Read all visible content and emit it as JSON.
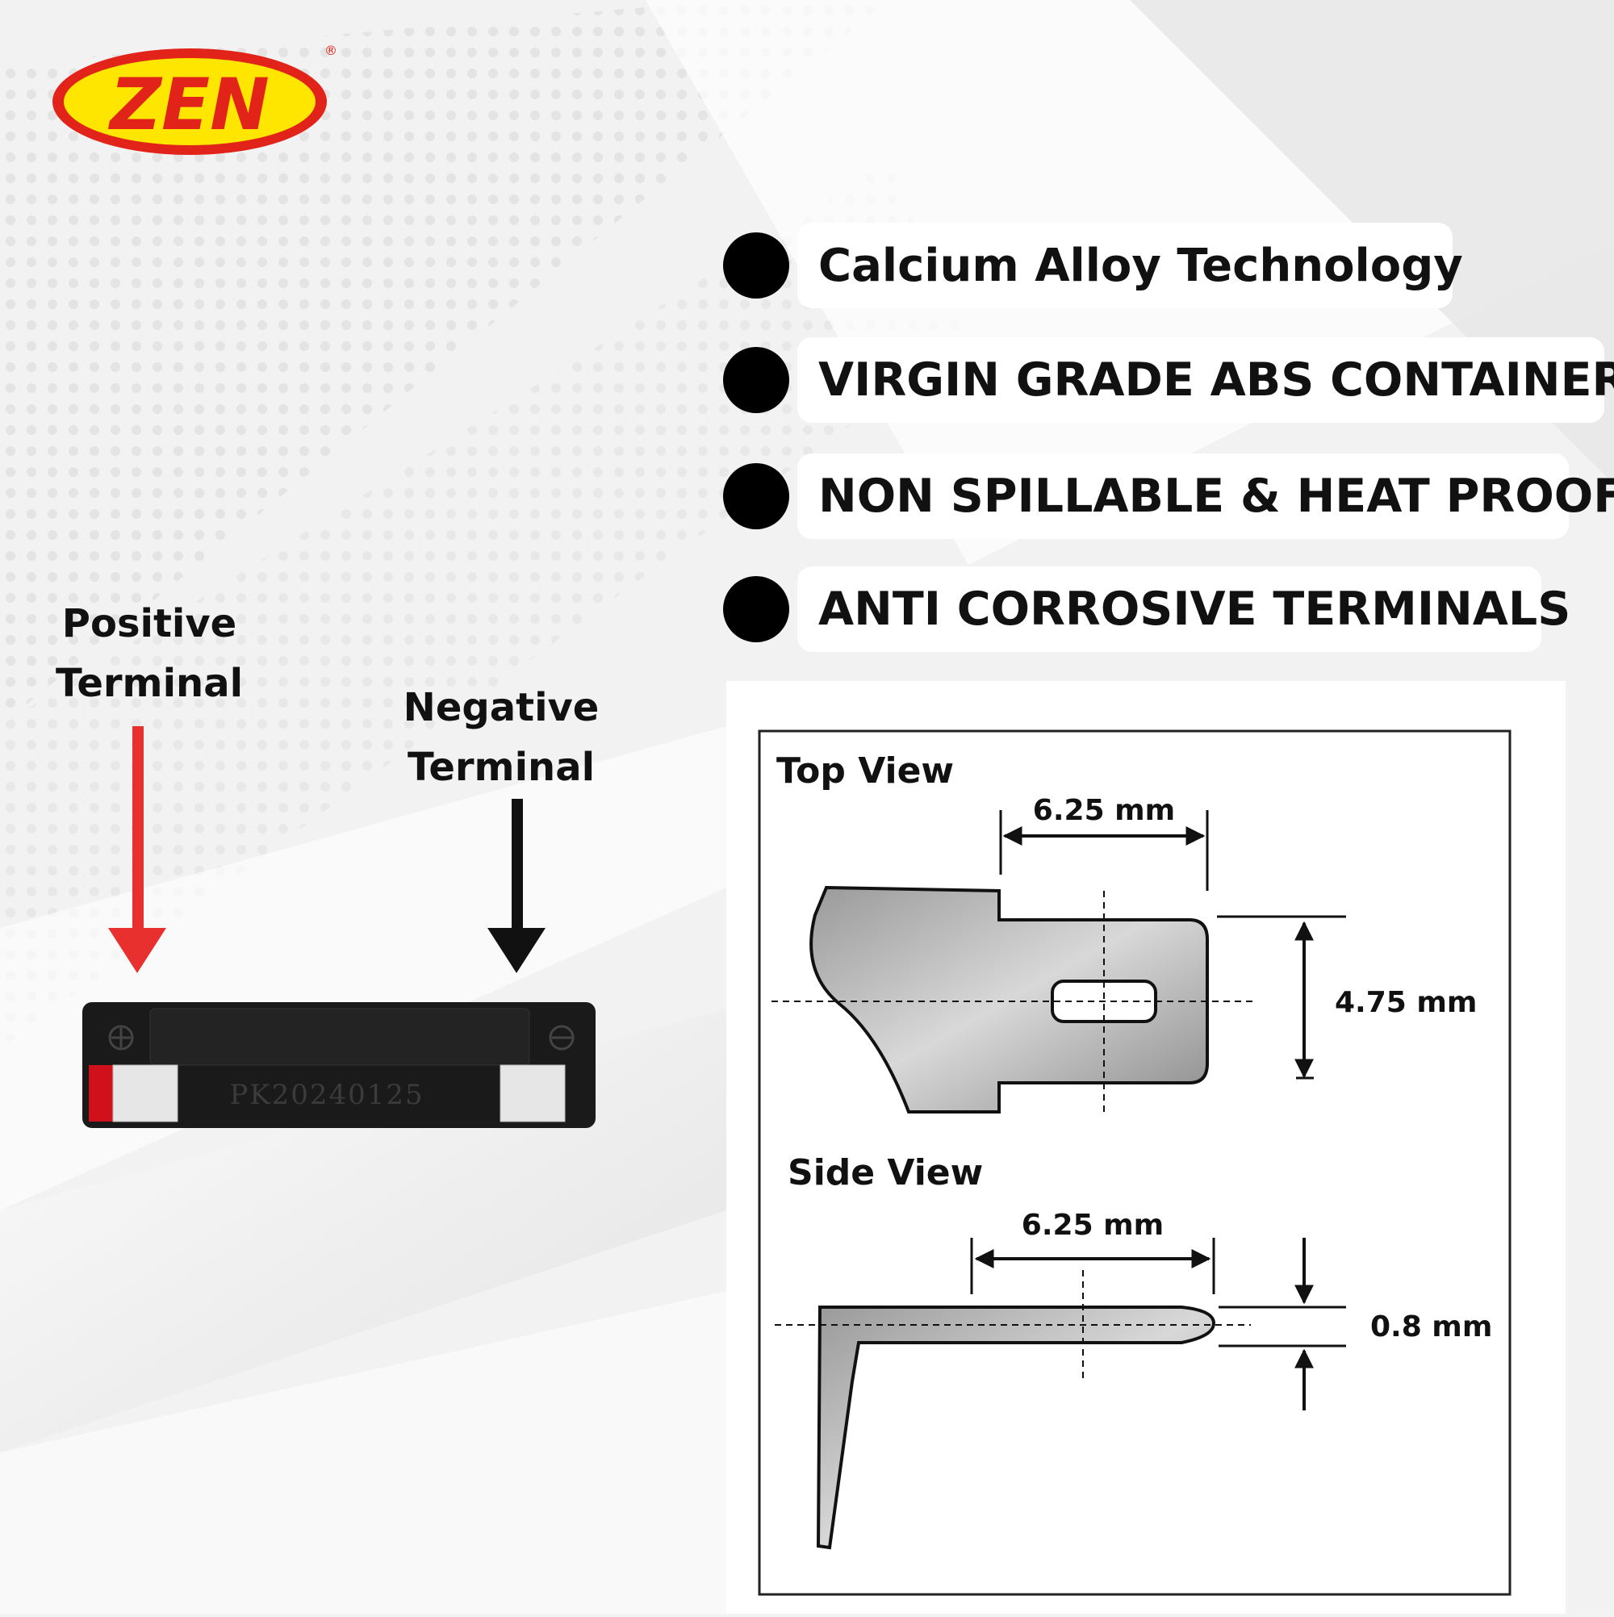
{
  "brand": {
    "name": "ZEN",
    "registered": "®"
  },
  "features": [
    {
      "label": "Calcium Alloy Technology"
    },
    {
      "label": "VIRGIN GRADE ABS CONTAINER"
    },
    {
      "label": "NON SPILLABLE & HEAT PROOF"
    },
    {
      "label": "ANTI CORROSIVE TERMINALS"
    }
  ],
  "terminals": {
    "positive": {
      "line1": "Positive",
      "line2": "Terminal",
      "arrow_color": "#e8312f"
    },
    "negative": {
      "line1": "Negative",
      "line2": "Terminal",
      "arrow_color": "#111111"
    }
  },
  "battery": {
    "serial": "PK20240125"
  },
  "diagram": {
    "top_view": {
      "title": "Top View",
      "width": "6.25 mm",
      "height": "4.75 mm"
    },
    "side_view": {
      "title": "Side View",
      "width": "6.25 mm",
      "thickness": "0.8 mm"
    }
  },
  "colors": {
    "brand_red": "#e2231a",
    "brand_yellow": "#ffe600",
    "accent_black": "#000000"
  }
}
